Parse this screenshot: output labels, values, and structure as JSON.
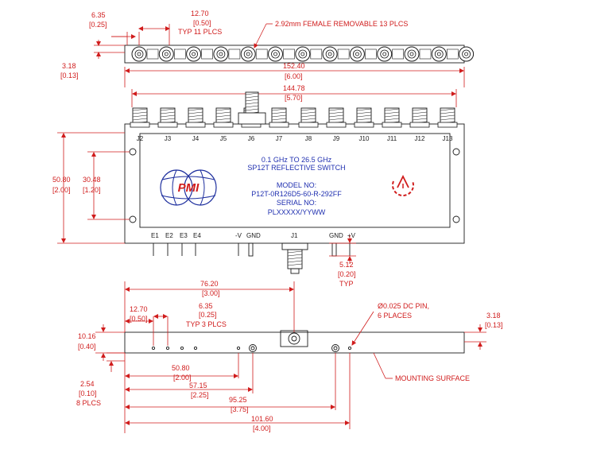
{
  "top_view": {
    "dims": {
      "pitch_edge": [
        "6.35",
        "[0.25]"
      ],
      "pitch_typ": [
        "12.70",
        "[0.50]",
        "TYP 11 PLCS"
      ],
      "connector_note": "2.92mm FEMALE REMOVABLE 13 PLCS",
      "offset": [
        "3.18",
        "[0.13]"
      ],
      "width_total": [
        "152.40",
        "[6.00]"
      ],
      "width_holes": [
        "144.78",
        "[5.70]"
      ],
      "height_total": [
        "50.80",
        "[2.00]"
      ],
      "height_holes": [
        "30.48",
        "[1.20]"
      ],
      "pin_len": [
        "5.12",
        "[0.20]",
        "TYP"
      ]
    },
    "ports_top": [
      "J2",
      "J3",
      "J4",
      "J5",
      "J6",
      "J7",
      "J8",
      "J9",
      "J10",
      "J11",
      "J12",
      "J13"
    ],
    "pin_labels": [
      "E1",
      "E2",
      "E3",
      "E4",
      "-V",
      "GND",
      "J1",
      "GND",
      "+V"
    ],
    "logo_text": "PMI",
    "label_lines": [
      "0.1 GHz TO 26.5 GHz",
      "SP12T REFLECTIVE SWITCH",
      "MODEL NO:",
      "P12T-0R126D5-60-R-292FF",
      "SERIAL NO:",
      "PLXXXXX/YYWW"
    ]
  },
  "side_view": {
    "dims": {
      "center": [
        "76.20",
        "[3.00]"
      ],
      "pin_first": [
        "12.70",
        "[0.50]"
      ],
      "pin_pitch": [
        "6.35",
        "[0.25]",
        "TYP 3 PLCS"
      ],
      "dc_pin_note": [
        "Ø0.025 DC PIN,",
        "6 PLACES"
      ],
      "thick_right": [
        "3.18",
        "[0.13]"
      ],
      "height": [
        "10.16",
        "[0.40]"
      ],
      "pin_height": [
        "2.54",
        "[0.10]",
        "8 PLCS"
      ],
      "d1": [
        "50.80",
        "[2.00]"
      ],
      "d2": [
        "57.15",
        "[2.25]"
      ],
      "d3": [
        "95.25",
        "[3.75]"
      ],
      "d4": [
        "101.60",
        "[4.00]"
      ]
    },
    "mounting_note": "MOUNTING SURFACE"
  },
  "colors": {
    "dimension": "#d01c1c",
    "outline": "#1a1a1a",
    "logo": "#1e2f9e",
    "esd": "#d01c1c"
  }
}
